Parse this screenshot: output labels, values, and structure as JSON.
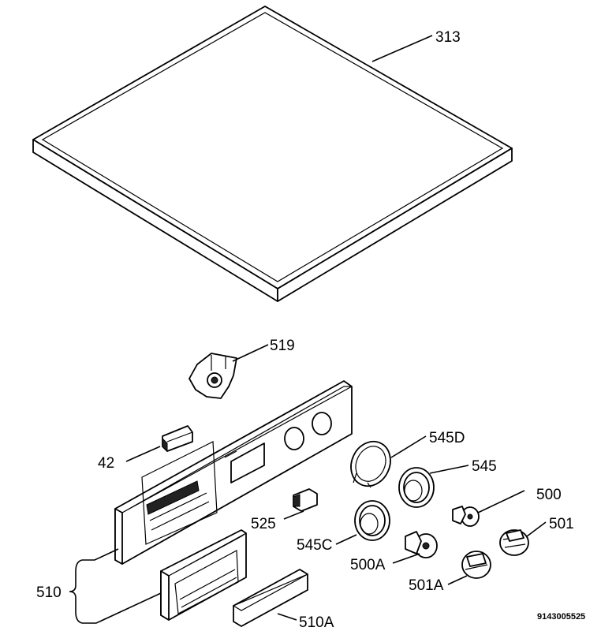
{
  "diagram": {
    "labels": {
      "p313": "313",
      "p519": "519",
      "p42": "42",
      "p545d": "545D",
      "p545": "545",
      "p500": "500",
      "p501": "501",
      "p525": "525",
      "p545c": "545C",
      "p500a": "500A",
      "p501a": "501A",
      "p510": "510",
      "p510a": "510A"
    },
    "drawing_number": "9143005525"
  }
}
